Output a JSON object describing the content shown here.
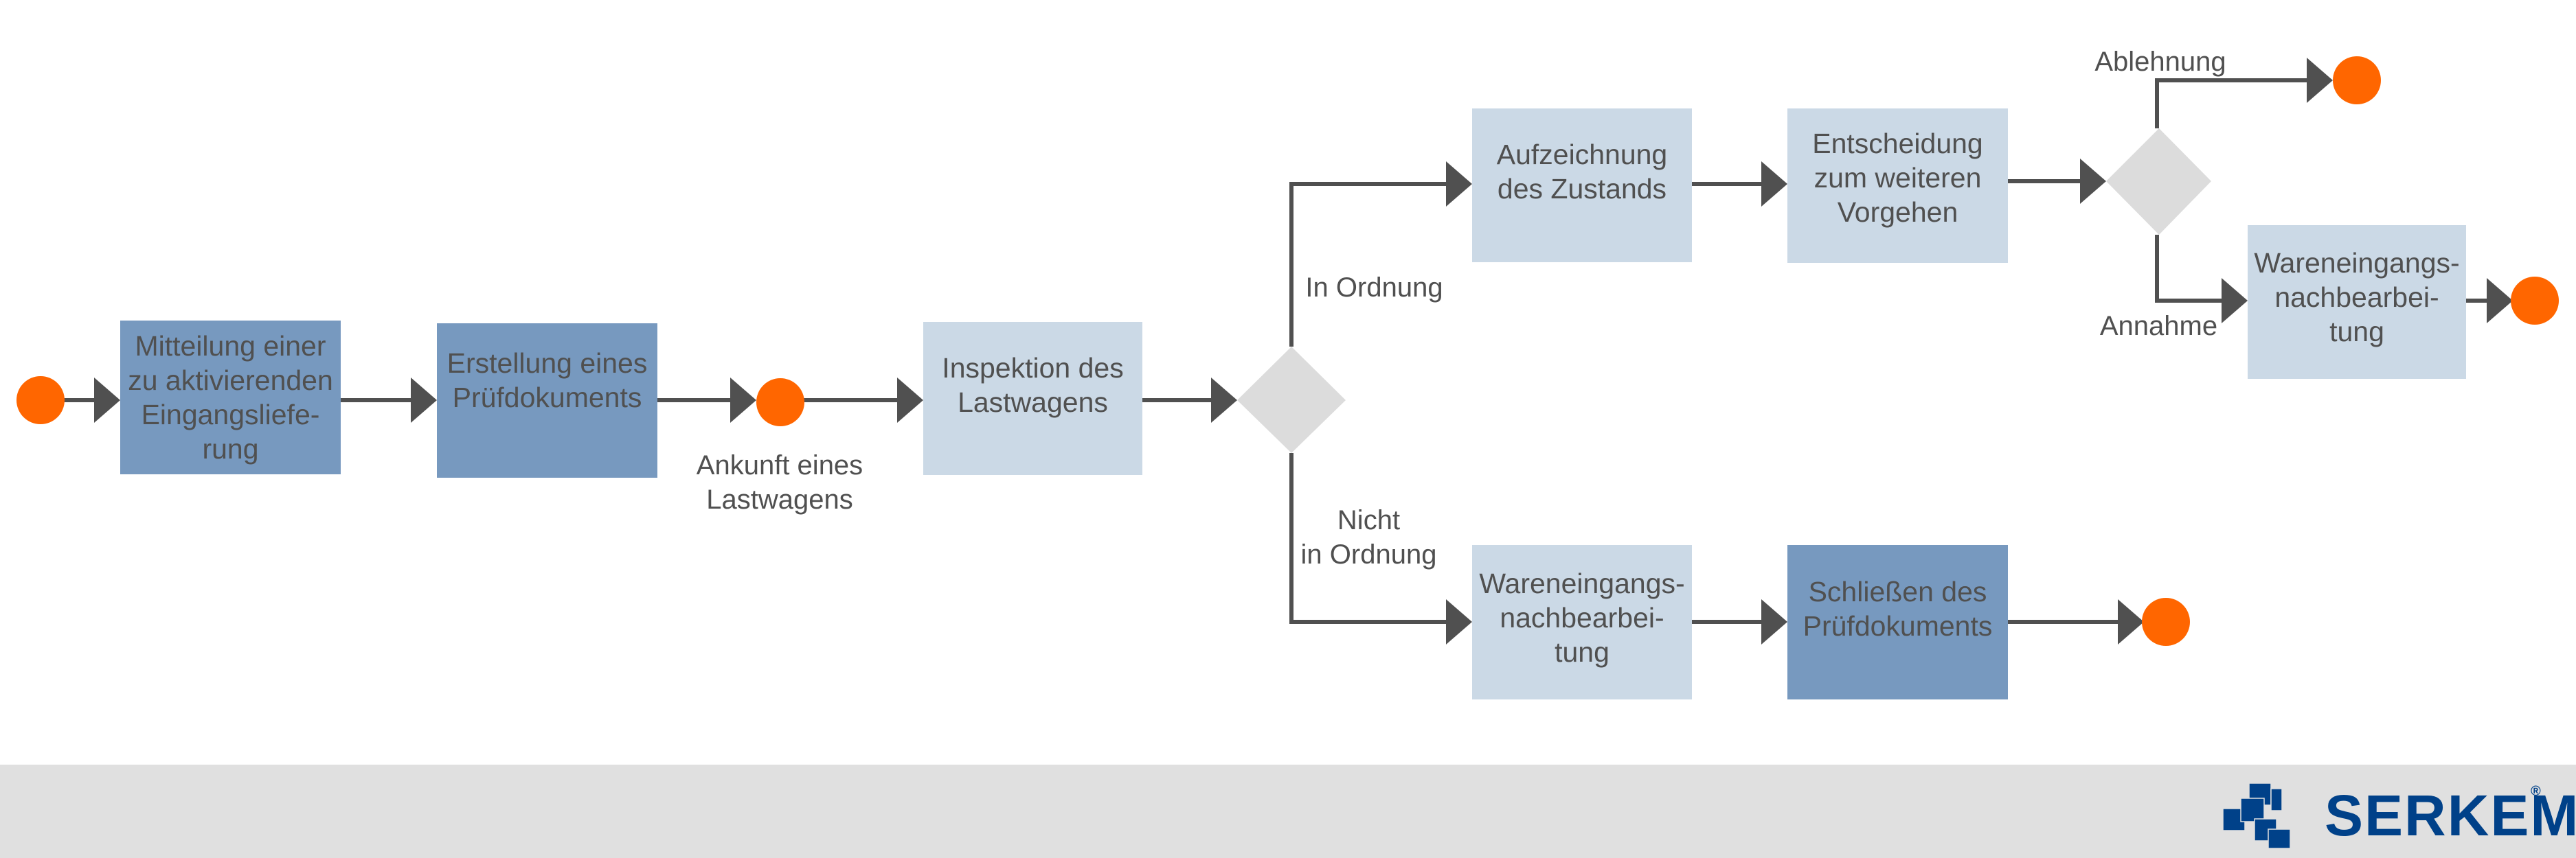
{
  "diagram": {
    "title": "Wareneingangsprozess",
    "colors": {
      "event": "#ff6600",
      "connector": "#505050",
      "task_dark": "#7799bf",
      "task_light": "#cbd9e6",
      "gateway": "#dcdcdc",
      "footer": "#e0e0e0",
      "brand": "#004189"
    },
    "tasks": {
      "mitteilung": "Mitteilung einer\nzu aktivierenden\nEingangsliefe-\nrung",
      "erstellung": "Erstellung eines\nPrüfdokuments",
      "inspektion": "Inspektion des\nLastwagens",
      "aufzeichnung": "Aufzeichnung\ndes Zustands",
      "entscheidung": "Entscheidung\nzum weiteren\nVorgehen",
      "nachbearbeitung_annahme": "Wareneingangs-\nnachbearbei-\ntung",
      "nachbearbeitung_nio": "Wareneingangs-\nnachbearbei-\ntung",
      "schliessen": "Schließen des\nPrüfdokuments"
    },
    "events": {
      "ankunft": "Ankunft eines\nLastwagens"
    },
    "labels": {
      "in_ordnung": "In Ordnung",
      "nicht_in_ordnung": "Nicht\nin Ordnung",
      "ablehnung": "Ablehnung",
      "annahme": "Annahme"
    }
  },
  "footer": {
    "logo_text": "SERKEM.",
    "logo_mark": "®",
    "logo_icon": "stacked-squares-icon"
  }
}
